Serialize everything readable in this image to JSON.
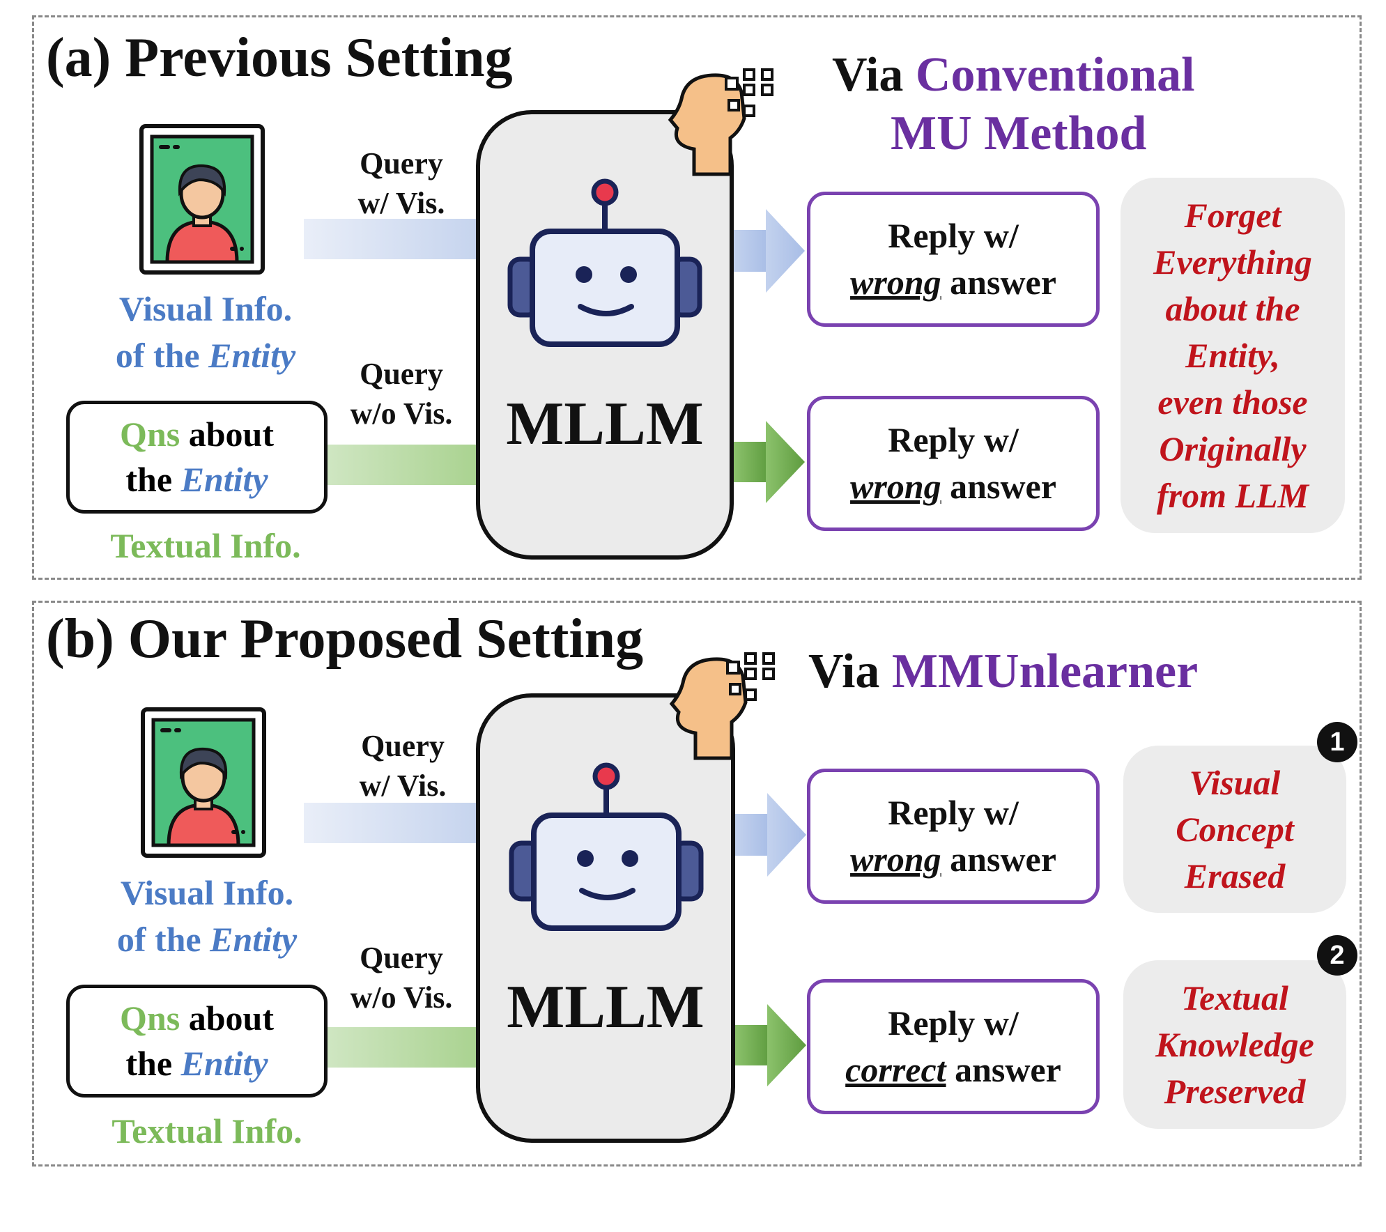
{
  "colors": {
    "purple": "#6a2fa0",
    "blue": "#4b7bc5",
    "green": "#7cba5a",
    "red": "#c0141c"
  },
  "panel_a": {
    "title": "(a) Previous Setting",
    "via_prefix": "Via",
    "via_method_line1": "Conventional",
    "via_method_line2": "MU Method",
    "visual_caption_line1": "Visual Info.",
    "visual_caption_of_the": "of the",
    "visual_caption_entity": "Entity",
    "qns_word": "Qns",
    "qns_about": "about",
    "qns_the": "the",
    "qns_entity": "Entity",
    "textual_caption": "Textual Info.",
    "query_vis_line1": "Query",
    "query_vis_line2": "w/ Vis.",
    "query_novis_line1": "Query",
    "query_novis_line2": "w/o Vis.",
    "model_label": "MLLM",
    "reply_top_line1": "Reply w/",
    "reply_top_adj": "wrong",
    "reply_top_rest": "answer",
    "reply_bottom_line1": "Reply w/",
    "reply_bottom_adj": "wrong",
    "reply_bottom_rest": "answer",
    "note_lines": [
      "Forget",
      "Everything",
      "about the",
      "Entity,",
      "even those",
      "Originally",
      "from LLM"
    ]
  },
  "panel_b": {
    "title": "(b) Our Proposed Setting",
    "via_prefix": "Via",
    "via_method": "MMUnlearner",
    "visual_caption_line1": "Visual Info.",
    "visual_caption_of_the": "of the",
    "visual_caption_entity": "Entity",
    "qns_word": "Qns",
    "qns_about": "about",
    "qns_the": "the",
    "qns_entity": "Entity",
    "textual_caption": "Textual Info.",
    "query_vis_line1": "Query",
    "query_vis_line2": "w/ Vis.",
    "query_novis_line1": "Query",
    "query_novis_line2": "w/o Vis.",
    "model_label": "MLLM",
    "reply_top_line1": "Reply w/",
    "reply_top_adj": "wrong",
    "reply_top_rest": "answer",
    "reply_bottom_line1": "Reply w/",
    "reply_bottom_adj": "correct",
    "reply_bottom_rest": "answer",
    "note1_lines": [
      "Visual",
      "Concept",
      "Erased"
    ],
    "note2_lines": [
      "Textual",
      "Knowledge",
      "Preserved"
    ],
    "badge1": "1",
    "badge2": "2"
  }
}
